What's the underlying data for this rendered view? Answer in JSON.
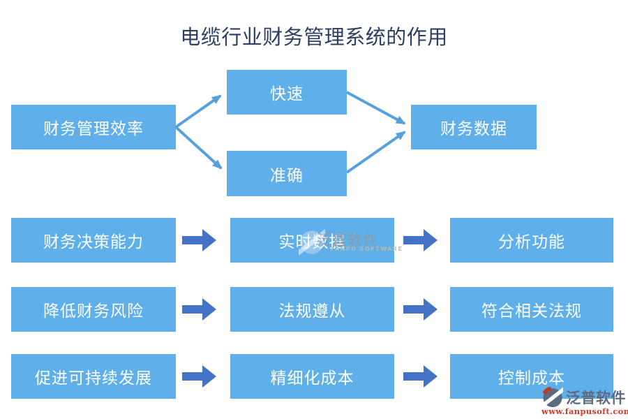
{
  "title": "电缆行业财务管理系统的作用",
  "top_flow": {
    "source": "财务管理效率",
    "branch_top": "快速",
    "branch_bottom": "准确",
    "target": "财务数据"
  },
  "rows": [
    {
      "left": "财务决策能力",
      "middle": "实时数据",
      "right": "分析功能"
    },
    {
      "left": "降低财务风险",
      "middle": "法规遵从",
      "right": "符合相关法规"
    },
    {
      "left": "促进可持续发展",
      "middle": "精细化成本",
      "right": "控制成本"
    }
  ],
  "watermark": {
    "cn": "泛普软件",
    "en": "FANPU SOFTWARE"
  },
  "logo": {
    "name": "泛普软件",
    "url": "www.fanpusoft.com"
  },
  "colors": {
    "box_fill": "#5fafea",
    "block_arrow": "#4472c4",
    "connector": "#56a0de",
    "title_text": "#2b3e63",
    "logo_gray": "#5d6b80",
    "logo_red": "#cf3a2a"
  }
}
